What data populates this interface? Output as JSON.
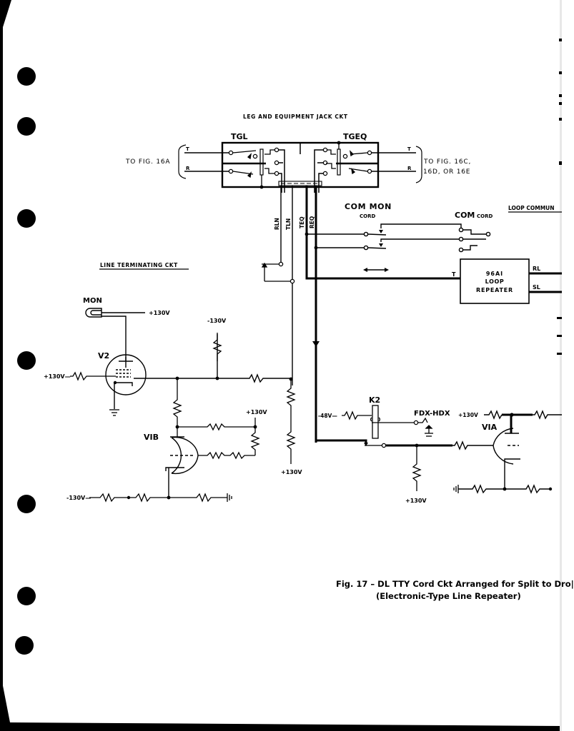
{
  "document": {
    "type": "scanned schematic page",
    "caption": {
      "line1": "Fig. 17 – DL TTY Cord Ckt Arranged for Split to Dro|",
      "line2": "(Electronic-Type Line Repeater)"
    }
  },
  "sections": {
    "leg_jack": "LEG AND EQUIPMENT JACK CKT",
    "line_terminating": "LINE TERMINATING CKT",
    "loop_commun": "LOOP COMMUN"
  },
  "jacks": {
    "tgl": "TGL",
    "tgeq": "TGEQ",
    "left_t": "T",
    "left_r": "R",
    "right_t": "T",
    "right_r": "R",
    "to_left": "TO FIG. 16A",
    "to_right_1": "TO FIG. 16C,",
    "to_right_2": "16D, OR 16E"
  },
  "leads": {
    "rln": "RLN",
    "tln": "TLN",
    "teq": "TEQ",
    "req": "REQ"
  },
  "cords": {
    "com_mon": "COM MON",
    "com_mon_sub": "CORD",
    "com": "COM",
    "com_sub": "CORD"
  },
  "repeater": {
    "line1": "96AI",
    "line2": "LOOP",
    "line3": "REPEATER",
    "t_label": "T",
    "rl": "RL",
    "sl": "SL"
  },
  "components": {
    "mon": "MON",
    "v2": "V2",
    "v1b": "VIB",
    "v1a": "VIA",
    "k2": "K2",
    "fdx_hdx": "FDX-HDX"
  },
  "voltages": {
    "mon_plus": "+130V",
    "v2_grid": "+130V—",
    "minus_top": "-130V",
    "v1b_plus": "+130V",
    "right_col_plus": "+130V",
    "bottom_minus": "-130V—",
    "k2_minus": "-48V—",
    "v1a_plus": "+130V",
    "k2_bottom_plus": "+130V"
  }
}
